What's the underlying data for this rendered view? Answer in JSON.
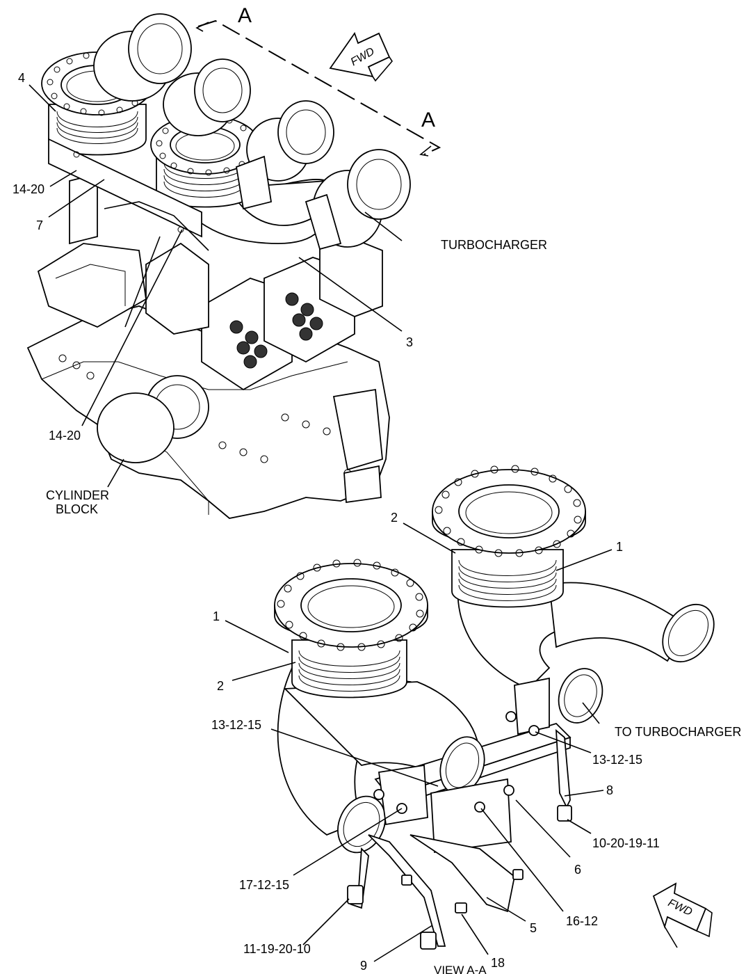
{
  "section_marker": "A",
  "fwd_label": "FWD",
  "view_label": "VIEW A-A",
  "labels": {
    "turbocharger": "TURBOCHARGER",
    "cylinder_block_line1": "CYLINDER",
    "cylinder_block_line2": "BLOCK",
    "to_turbocharger": "TO TURBOCHARGER"
  },
  "callouts": {
    "c4": "4",
    "c14_20_upper": "14-20",
    "c7": "7",
    "c3": "3",
    "c14_20_lower": "14-20",
    "c2_top": "2",
    "c1_top": "1",
    "c1_left": "1",
    "c2_left": "2",
    "c13_12_15_left": "13-12-15",
    "c13_12_15_right": "13-12-15",
    "c8": "8",
    "c10_20_19_11": "10-20-19-11",
    "c6": "6",
    "c17_12_15": "17-12-15",
    "c16_12": "16-12",
    "c5": "5",
    "c11_19_20_10": "11-19-20-10",
    "c9": "9",
    "c18": "18"
  }
}
